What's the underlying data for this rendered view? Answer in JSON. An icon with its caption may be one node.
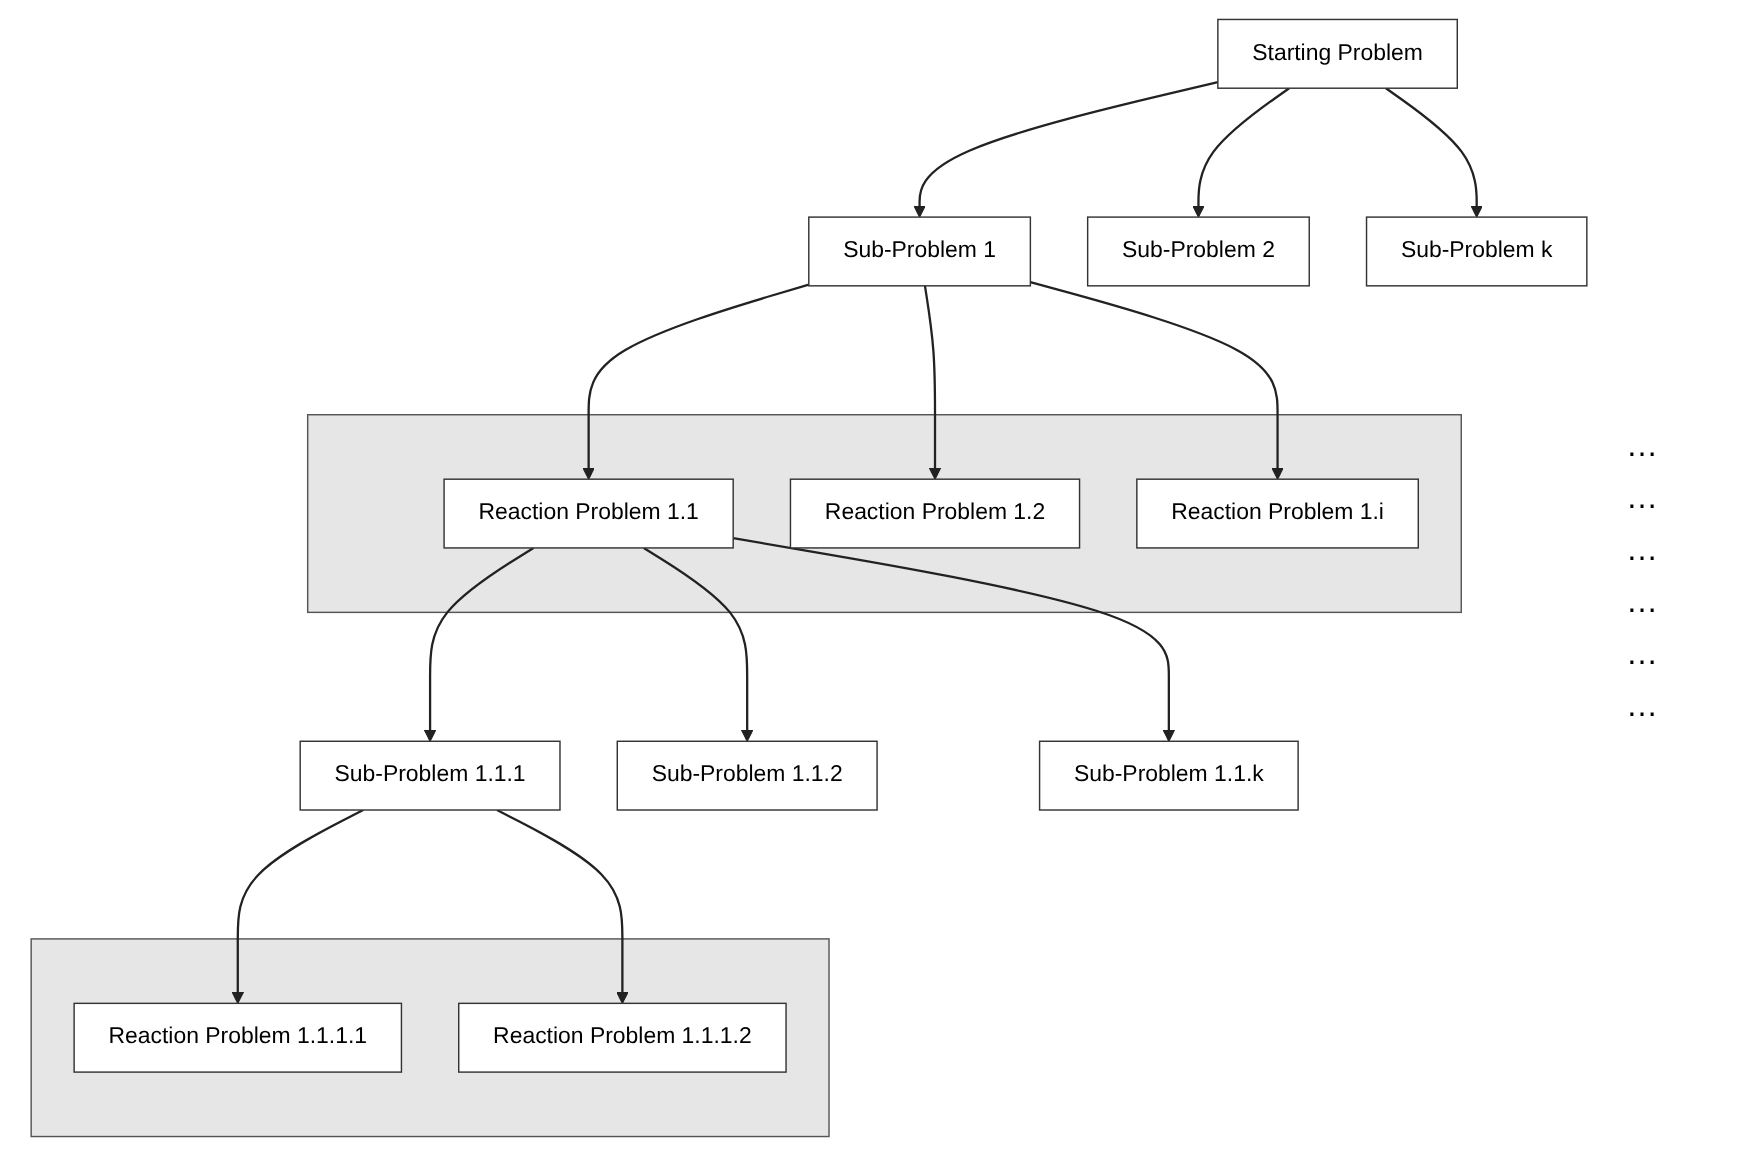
{
  "diagram": {
    "nodes": [
      {
        "text": [
          "Starting Problem"
        ]
      },
      {
        "text": [
          "Sub-Problem 1"
        ]
      },
      {
        "text": [
          "Sub-Problem 2"
        ]
      },
      {
        "text": [
          "Sub-Problem k"
        ]
      },
      {
        "text": [],
        "shape": "band"
      },
      {
        "text": [
          "Reaction Problem 1.1"
        ],
        "in": 4
      },
      {
        "text": [
          "Reaction Problem 1.2"
        ],
        "in": 4
      },
      {
        "text": [
          "Reaction Problem 1.i"
        ],
        "in": 4
      },
      {
        "text": [
          "Sub-Problem 1.1.1"
        ]
      },
      {
        "text": [
          "Sub-Problem 1.1.2"
        ]
      },
      {
        "text": [
          "Sub-Problem 1.1.k"
        ]
      },
      {
        "text": [],
        "shape": "band"
      },
      {
        "text": [
          "Reaction Problem 1.1.1.1"
        ],
        "in": 11
      },
      {
        "text": [
          "Reaction Problem 1.1.1.2"
        ],
        "in": 11
      }
    ],
    "edges": [
      {
        "from": 0,
        "to": 1,
        "arrow": "to"
      },
      {
        "from": 0,
        "to": 2,
        "arrow": "to"
      },
      {
        "from": 0,
        "to": 3,
        "arrow": "to"
      },
      {
        "from": 1,
        "to": 5,
        "arrow": "to"
      },
      {
        "from": 1,
        "to": 6,
        "arrow": "to"
      },
      {
        "from": 1,
        "to": 7,
        "arrow": "to"
      },
      {
        "from": 5,
        "to": 8,
        "arrow": "to"
      },
      {
        "from": 5,
        "to": 9,
        "arrow": "to"
      },
      {
        "from": 5,
        "to": 10,
        "arrow": "to"
      },
      {
        "from": 8,
        "to": 12,
        "arrow": "to"
      },
      {
        "from": 8,
        "to": 13,
        "arrow": "to"
      }
    ],
    "labels": [
      "…",
      "…",
      "…",
      "…",
      "…",
      "…"
    ]
  }
}
